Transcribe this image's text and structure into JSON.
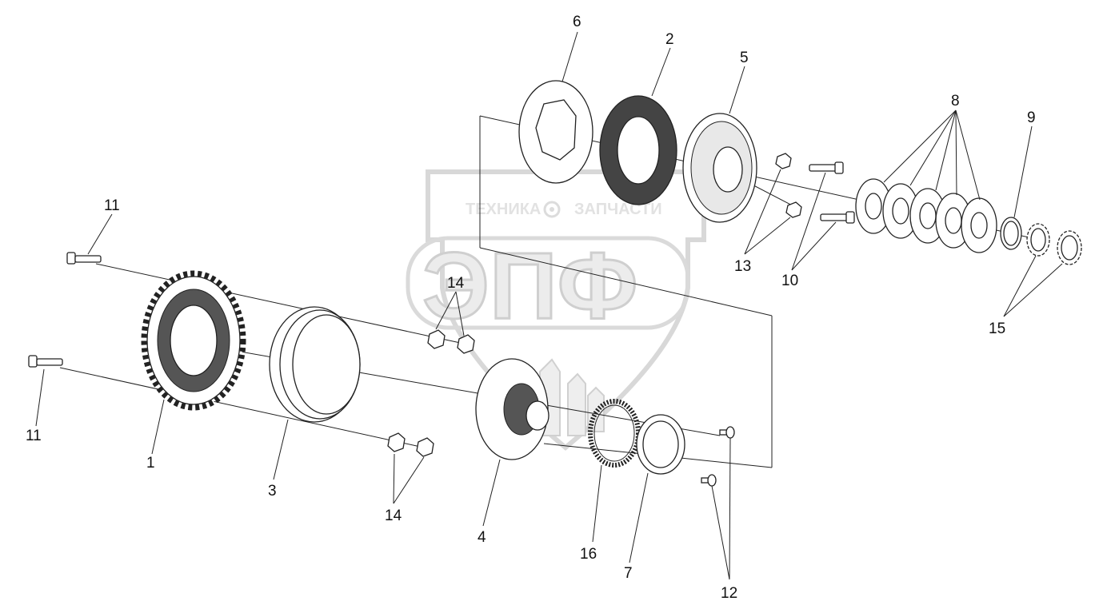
{
  "watermark": {
    "brand_left": "ТЕХНИКА",
    "brand_right": "ЗАПЧАСТИ",
    "logo_letters": "ЭПФ",
    "gear_icon": "gear-icon",
    "shield_color": "#d8d8d8"
  },
  "callouts": {
    "c1": "1",
    "c2": "2",
    "c3": "3",
    "c4": "4",
    "c5": "5",
    "c6": "6",
    "c7": "7",
    "c8": "8",
    "c9": "9",
    "c10": "10",
    "c11a": "11",
    "c11b": "11",
    "c12": "12",
    "c13": "13",
    "c14a": "14",
    "c14b": "14",
    "c15": "15",
    "c16": "16"
  }
}
